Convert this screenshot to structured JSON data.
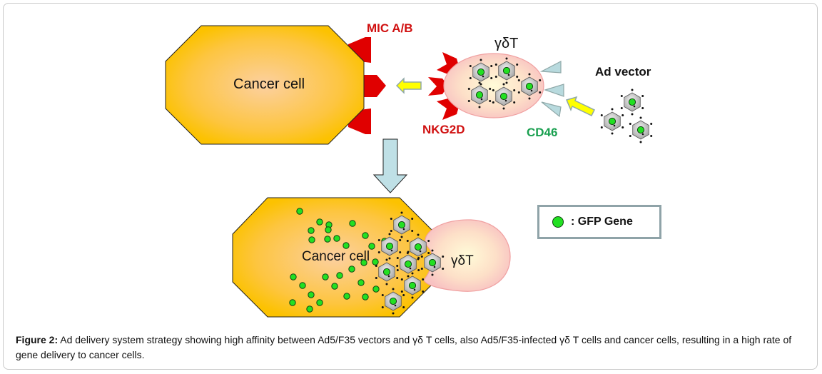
{
  "figure": {
    "labels": {
      "cancer_cell_top": "Cancer cell",
      "mic_ab": "MIC A/B",
      "nkg2d": "NKG2D",
      "gamma_delta_t_top": "γδT",
      "cd46": "CD46",
      "ad_vector": "Ad vector",
      "cancer_cell_bottom": "Cancer cell",
      "gamma_delta_t_bottom": "γδT"
    },
    "legend": {
      "symbol": "green-circle",
      "text": ": GFP Gene"
    },
    "colors": {
      "cancer_cell_fill": "#fcc200",
      "cancer_cell_center": "#fcd0a0",
      "receptor_red": "#e00000",
      "label_red": "#d01010",
      "label_green": "#1aa050",
      "t_cell_fill": "#f9c4c4",
      "t_cell_center": "#fff8d0",
      "arrow_yellow": "#ffff00",
      "arrow_border": "#8fa8a8",
      "down_arrow_fill": "#bfe0e6",
      "cd46_fill": "#b8dade",
      "gfp_green": "#22e022",
      "virus_gray": "#c8c8c8"
    }
  },
  "caption": {
    "prefix": "Figure 2:",
    "text": " Ad delivery system strategy showing high affinity between Ad5/F35 vectors and γδ T cells, also Ad5/F35-infected γδ T cells and cancer cells, resulting in a high rate of gene delivery to cancer cells."
  }
}
